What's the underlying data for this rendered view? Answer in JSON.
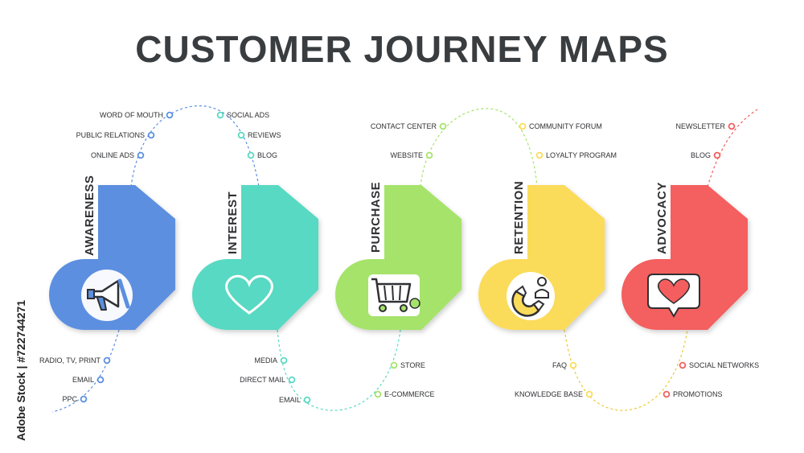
{
  "title": "CUSTOMER JOURNEY MAPS",
  "side_credit": "Adobe Stock | #722744271",
  "stages": [
    {
      "name": "AWARENESS",
      "color": "#5b8fe0",
      "icon": "megaphone-icon",
      "top_points": [
        "WORD OF MOUTH",
        "PUBLIC RELATIONS",
        "ONLINE ADS"
      ],
      "bottom_points": [
        "RADIO, TV, PRINT",
        "EMAIL",
        "PPC"
      ]
    },
    {
      "name": "INTEREST",
      "color": "#58d9c3",
      "icon": "heart-icon",
      "top_points": [
        "SOCIAL ADS",
        "REVIEWS",
        "BLOG"
      ],
      "bottom_points": [
        "MEDIA",
        "DIRECT MAIL",
        "EMAIL"
      ]
    },
    {
      "name": "PURCHASE",
      "color": "#a5e36a",
      "icon": "shopping-cart-icon",
      "top_points": [
        "CONTACT CENTER",
        "WEBSITE"
      ],
      "bottom_points": [
        "STORE",
        "E-COMMERCE"
      ]
    },
    {
      "name": "RETENTION",
      "color": "#fbdb5a",
      "icon": "magnet-icon",
      "top_points": [
        "COMMUNITY FORUM",
        "LOYALTY PROGRAM"
      ],
      "bottom_points": [
        "FAQ",
        "KNOWLEDGE BASE"
      ]
    },
    {
      "name": "ADVOCACY",
      "color": "#f45e5e",
      "icon": "heart-chat-icon",
      "top_points": [
        "NEWSLETTER",
        "BLOG"
      ],
      "bottom_points": [
        "SOCIAL NETWORKS",
        "PROMOTIONS"
      ]
    }
  ]
}
